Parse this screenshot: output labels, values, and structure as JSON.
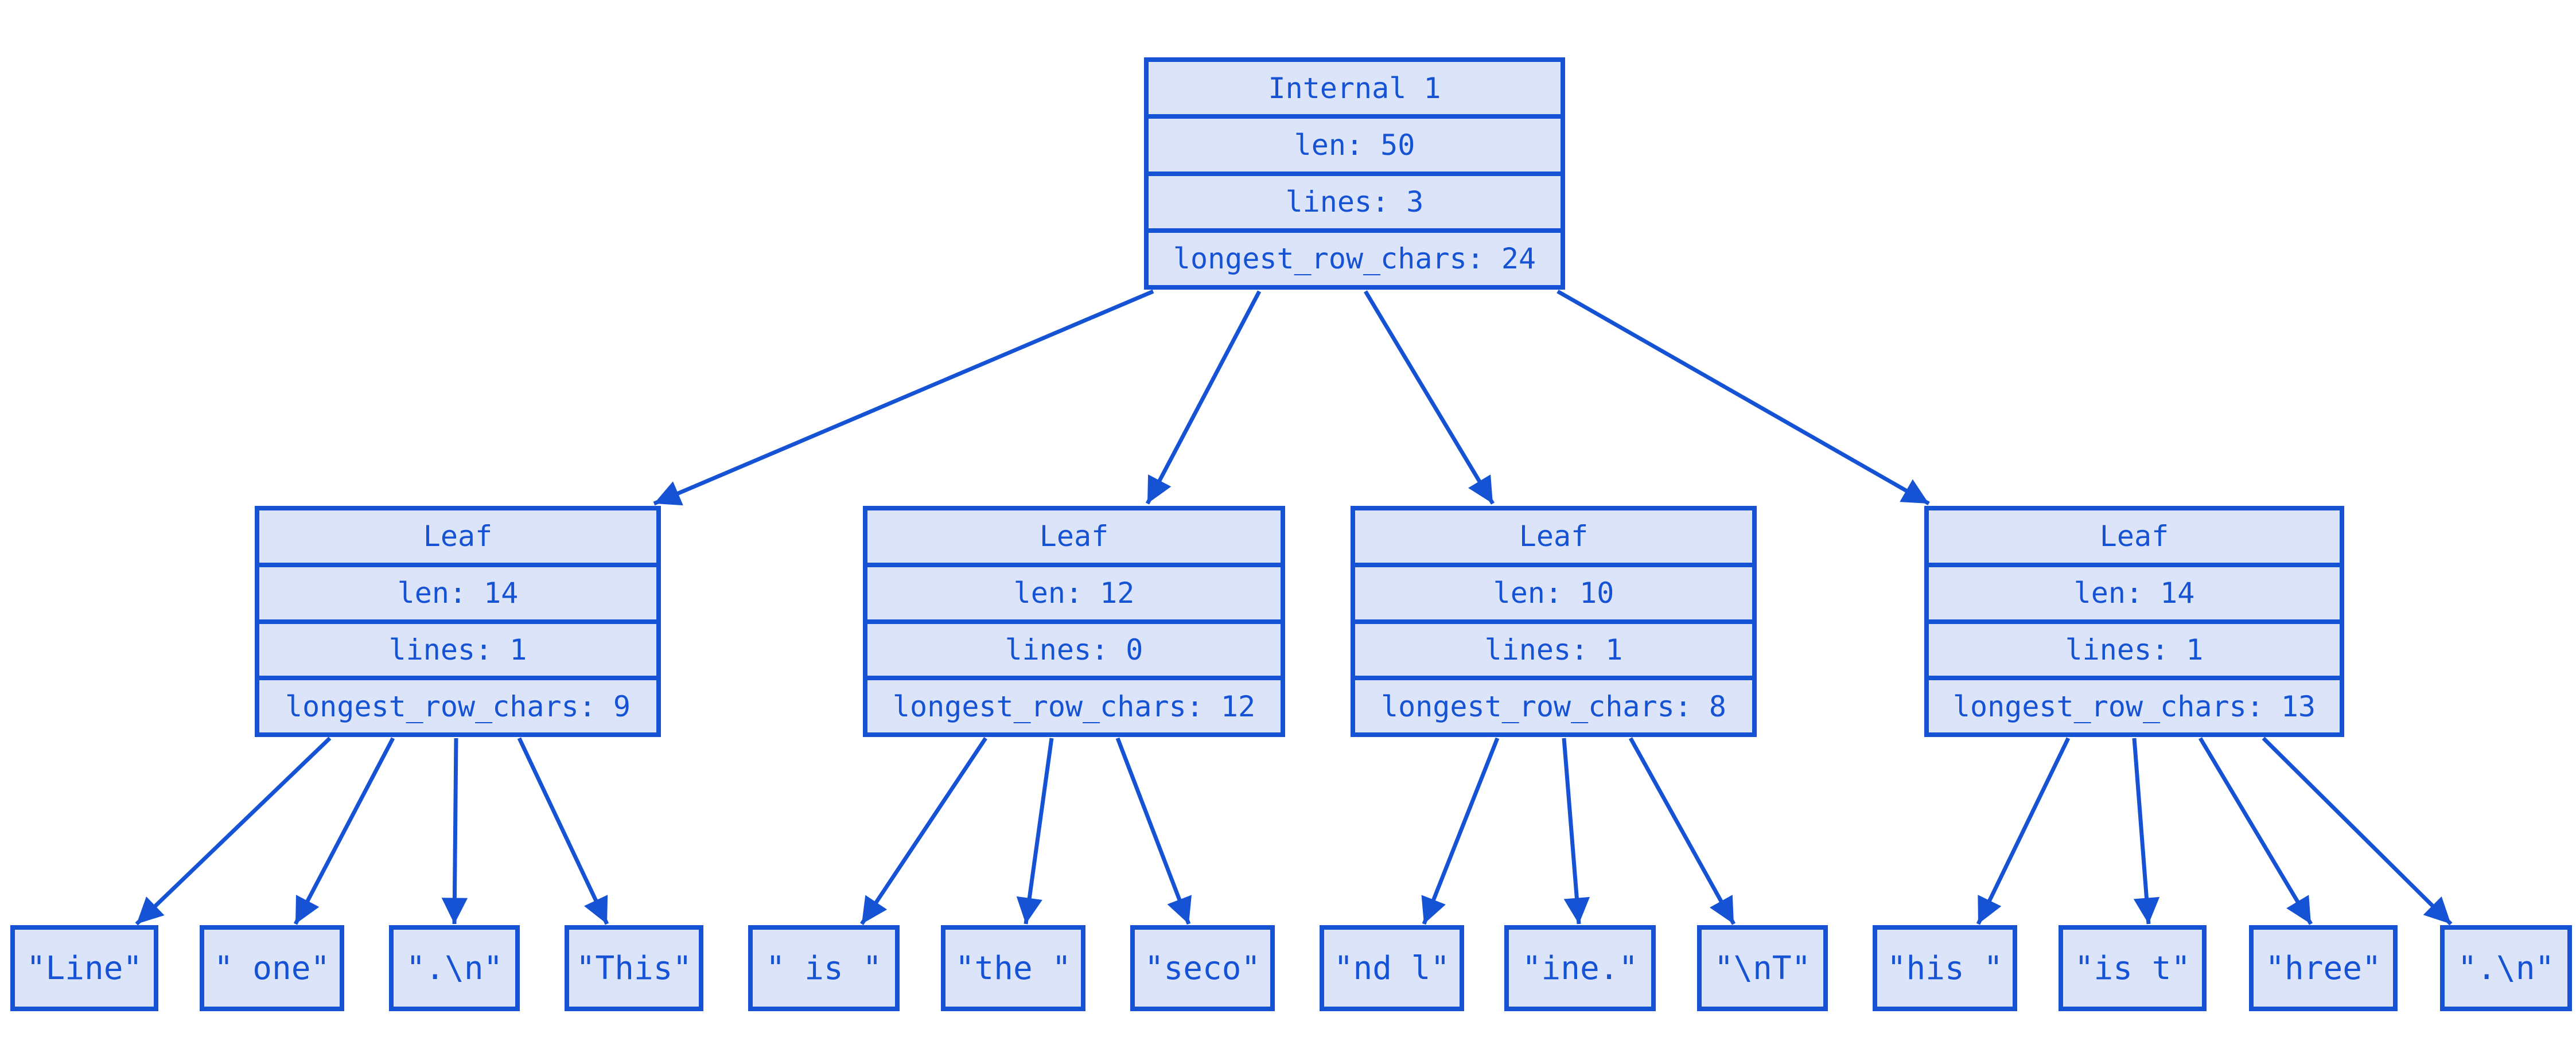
{
  "colors": {
    "accent": "#1553d4",
    "node_fill": "#dbe4f8",
    "background": "#ffffff"
  },
  "tree": {
    "root": {
      "title": "Internal 1",
      "rows": [
        "len: 50",
        "lines: 3",
        "longest_row_chars: 24"
      ]
    },
    "leaves": [
      {
        "title": "Leaf",
        "rows": [
          "len: 14",
          "lines: 1",
          "longest_row_chars: 9"
        ]
      },
      {
        "title": "Leaf",
        "rows": [
          "len: 12",
          "lines: 0",
          "longest_row_chars: 12"
        ]
      },
      {
        "title": "Leaf",
        "rows": [
          "len: 10",
          "lines: 1",
          "longest_row_chars: 8"
        ]
      },
      {
        "title": "Leaf",
        "rows": [
          "len: 14",
          "lines: 1",
          "longest_row_chars: 13"
        ]
      }
    ],
    "fragments": [
      "\"Line\"",
      "\" one\"",
      "\".\\n\"",
      "\"This\"",
      "\" is \"",
      "\"the \"",
      "\"seco\"",
      "\"nd l\"",
      "\"ine.\"",
      "\"\\nT\"",
      "\"his \"",
      "\"is t\"",
      "\"hree\"",
      "\".\\n\""
    ]
  }
}
